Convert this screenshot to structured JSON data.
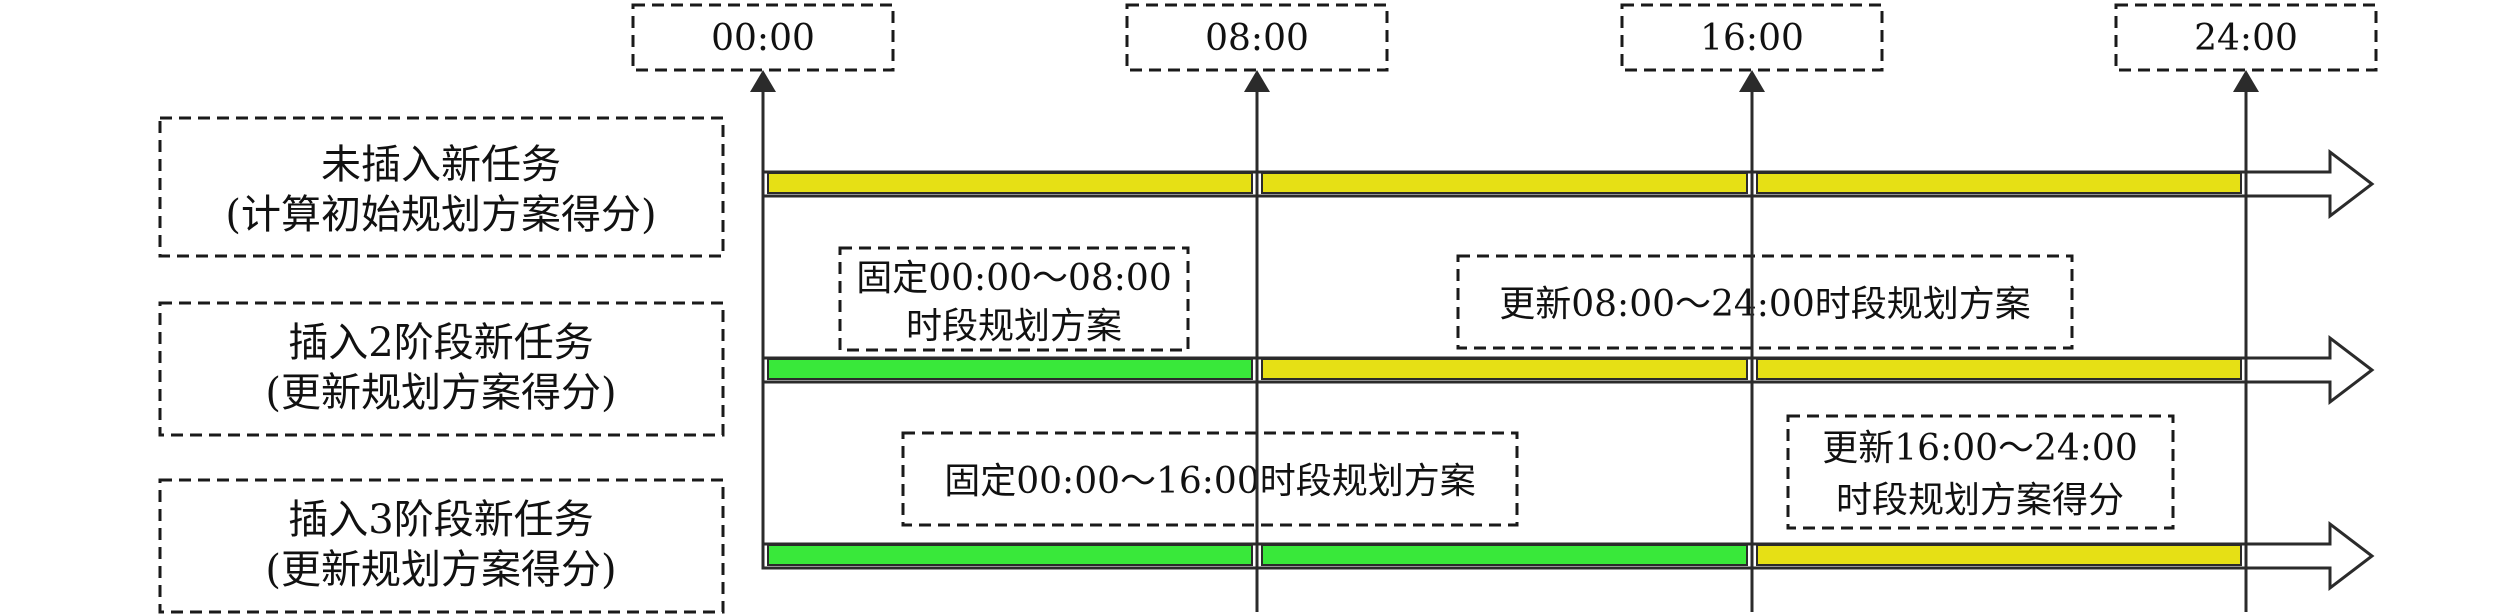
{
  "colors": {
    "fixed": "#39e83a",
    "planned": "#e6e015",
    "line": "#2b2b2b",
    "text": "#111111"
  },
  "time_labels": [
    "00:00",
    "08:00",
    "16:00",
    "24:00"
  ],
  "rows": [
    {
      "label_line1": "未插入新任务",
      "label_line2": "(计算初始规划方案得分)",
      "segments": [
        "planned",
        "planned",
        "planned"
      ]
    },
    {
      "label_line1": "插入2阶段新任务",
      "label_line2": "(更新规划方案得分)",
      "segments": [
        "fixed",
        "planned",
        "planned"
      ]
    },
    {
      "label_line1": "插入3阶段新任务",
      "label_line2": "(更新规划方案得分)",
      "segments": [
        "fixed",
        "fixed",
        "planned"
      ]
    }
  ],
  "notes": [
    {
      "line1": "固定00:00～08:00",
      "line2": "时段规划方案"
    },
    {
      "line1": "更新08:00～24:00时段规划方案"
    },
    {
      "line1": "固定00:00～16:00时段规划方案"
    },
    {
      "line1": "更新16:00～24:00",
      "line2": "时段规划方案得分"
    }
  ]
}
